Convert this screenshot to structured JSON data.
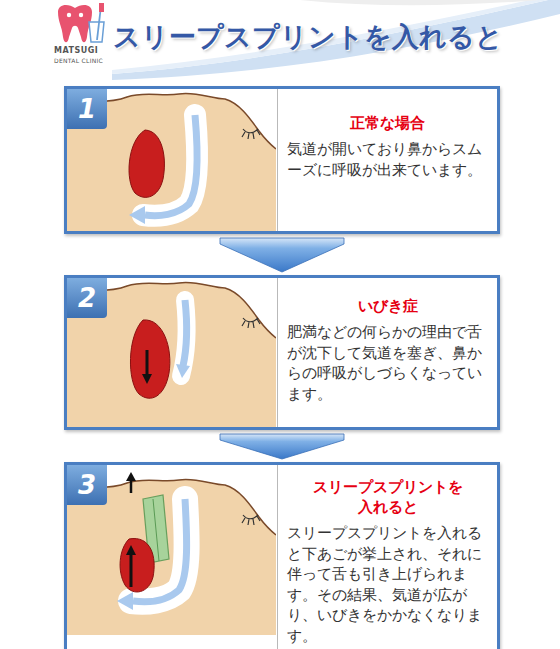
{
  "diagram": {
    "title": "スリープスプリントを入れると",
    "nodes": [
      {
        "text": [
          "1"
        ]
      },
      {
        "text": [
          "正常な場合",
          "気道が開いており鼻からスムーズに呼吸が出来ています。"
        ],
        "in": 0
      },
      {
        "text": [
          "2"
        ]
      },
      {
        "text": [
          "いびき症",
          "肥満などの何らかの理由で舌が沈下して気道を塞ぎ、鼻からの呼吸がしづらくなっています。"
        ],
        "in": 2
      },
      {
        "text": [
          "3"
        ]
      },
      {
        "text": [
          "スリープスプリントを入れると",
          "スリープスプリントを入れると下あごが挙上され、それに伴って舌も引き上げられます。その結果、気道が広がり、いびきをかかなくなります。"
        ],
        "in": 4
      }
    ],
    "edges": [
      {
        "from": 0,
        "to": 2,
        "arrow": "to"
      },
      {
        "from": 2,
        "to": 4,
        "arrow": "to"
      }
    ],
    "labels": [
      "MATSUGI",
      "DENTAL CLINIC"
    ]
  }
}
